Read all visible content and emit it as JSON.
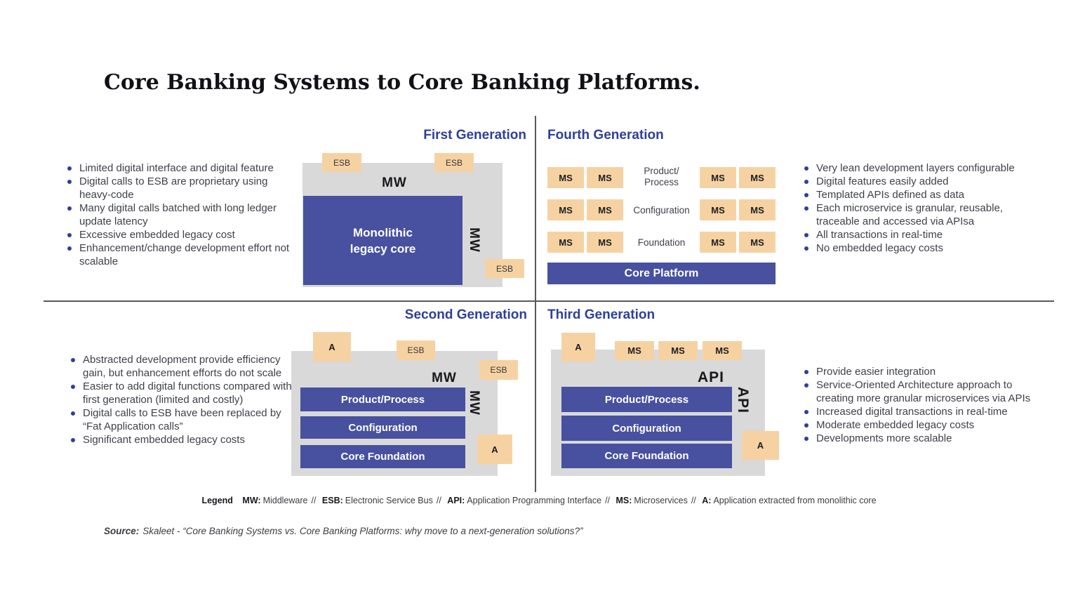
{
  "title": "Core Banking Systems to Core Banking Platforms.",
  "labels": {
    "mw": "MW",
    "api": "API",
    "esb": "ESB",
    "ms": "MS",
    "a": "A"
  },
  "colors": {
    "accent_blue": "#2e3f9b",
    "box_blue": "#47519f",
    "box_tan": "#f6d2a2",
    "panel_gray": "#d9d9d9",
    "divider_gray": "#58595c",
    "text_dark": "#3f4149"
  },
  "quadrants": {
    "first": {
      "title": "First Generation",
      "bullets": [
        "Limited digital interface and digital feature",
        "Digital calls to ESB are proprietary using heavy-code",
        "Many digital calls batched with long ledger update latency",
        "Excessive embedded legacy cost",
        "Enhancement/change development effort not scalable"
      ],
      "core_line1": "Monolithic",
      "core_line2": "legacy core"
    },
    "second": {
      "title": "Second Generation",
      "bullets": [
        "Abstracted development provide efficiency gain, but enhancement efforts do not scale",
        "Easier to add digital functions compared with first generation (limited and costly)",
        "Digital calls to ESB have been replaced by “Fat Application calls”",
        "Significant embedded legacy costs"
      ],
      "layers": [
        "Product/Process",
        "Configuration",
        "Core Foundation"
      ]
    },
    "third": {
      "title": "Third Generation",
      "bullets": [
        "Provide easier integration",
        "Service-Oriented Architecture approach to creating more granular microservices via APIs",
        "Increased digital transactions in real-time",
        "Moderate embedded legacy costs",
        "Developments more scalable"
      ],
      "layers": [
        "Product/Process",
        "Configuration",
        "Core Foundation"
      ]
    },
    "fourth": {
      "title": "Fourth Generation",
      "bullets": [
        "Very lean development layers configurable",
        "Digital features easily added",
        "Templated APIs defined as data",
        "Each microservice is granular, reusable, traceable and accessed via APIsa",
        "All transactions in real-time",
        "No embedded legacy costs"
      ],
      "rows": [
        {
          "label_line1": "Product/",
          "label_line2": "Process"
        },
        {
          "label_line1": "Configuration",
          "label_line2": ""
        },
        {
          "label_line1": "Foundation",
          "label_line2": ""
        }
      ],
      "core_platform": "Core Platform"
    }
  },
  "legend": {
    "label": "Legend",
    "entries": [
      {
        "key": "MW:",
        "value": "Middleware",
        "sep": "//"
      },
      {
        "key": "ESB:",
        "value": "Electronic Service Bus",
        "sep": "//"
      },
      {
        "key": "API:",
        "value": "Application Programming Interface",
        "sep": "//"
      },
      {
        "key": "MS:",
        "value": "Microservices",
        "sep": "//"
      },
      {
        "key": "A:",
        "value": "Application extracted from monolithic core",
        "sep": ""
      }
    ]
  },
  "source": {
    "label": "Source:",
    "text": "Skaleet - “Core Banking Systems vs. Core Banking Platforms: why move to a next-generation solutions?”"
  }
}
